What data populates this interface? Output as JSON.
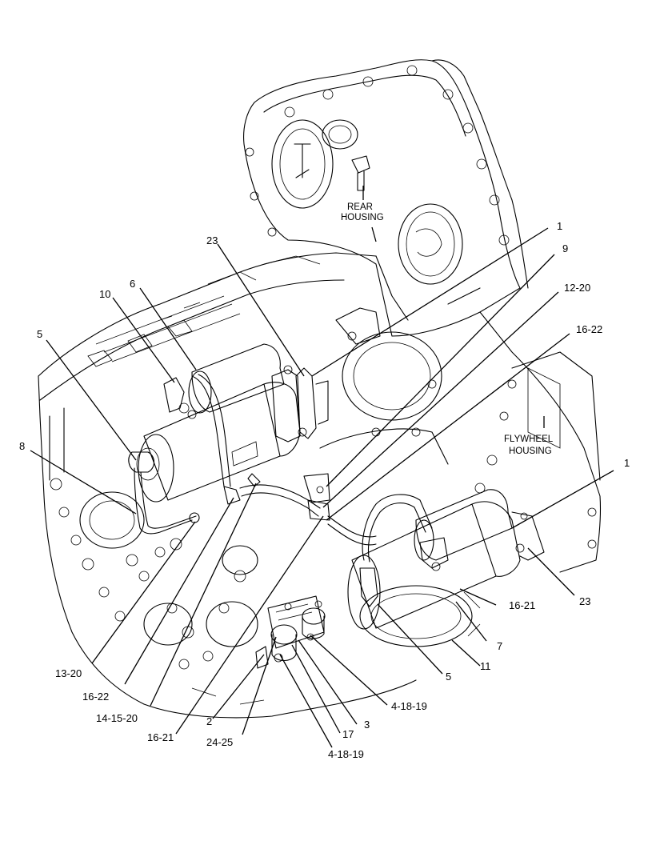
{
  "notes": {
    "rear_housing": [
      "REAR",
      "HOUSING"
    ],
    "flywheel_housing": [
      "FLYWHEEL",
      "HOUSING"
    ]
  },
  "callouts": {
    "c1_top": "1",
    "c9": "9",
    "c12_20": "12-20",
    "c16_22_right": "16-22",
    "c1_right": "1",
    "c23_top": "23",
    "c6": "6",
    "c10": "10",
    "c5_left": "5",
    "c8": "8",
    "c16_21_right": "16-21",
    "c23_right": "23",
    "c7": "7",
    "c11": "11",
    "c5_bottom": "5",
    "c4_18_19_right": "4-18-19",
    "c3": "3",
    "c17": "17",
    "c4_18_19_bottom": "4-18-19",
    "c24_25": "24-25",
    "c2": "2",
    "c16_21_left": "16-21",
    "c14_15_20": "14-15-20",
    "c16_22_left": "16-22",
    "c13_20": "13-20"
  }
}
